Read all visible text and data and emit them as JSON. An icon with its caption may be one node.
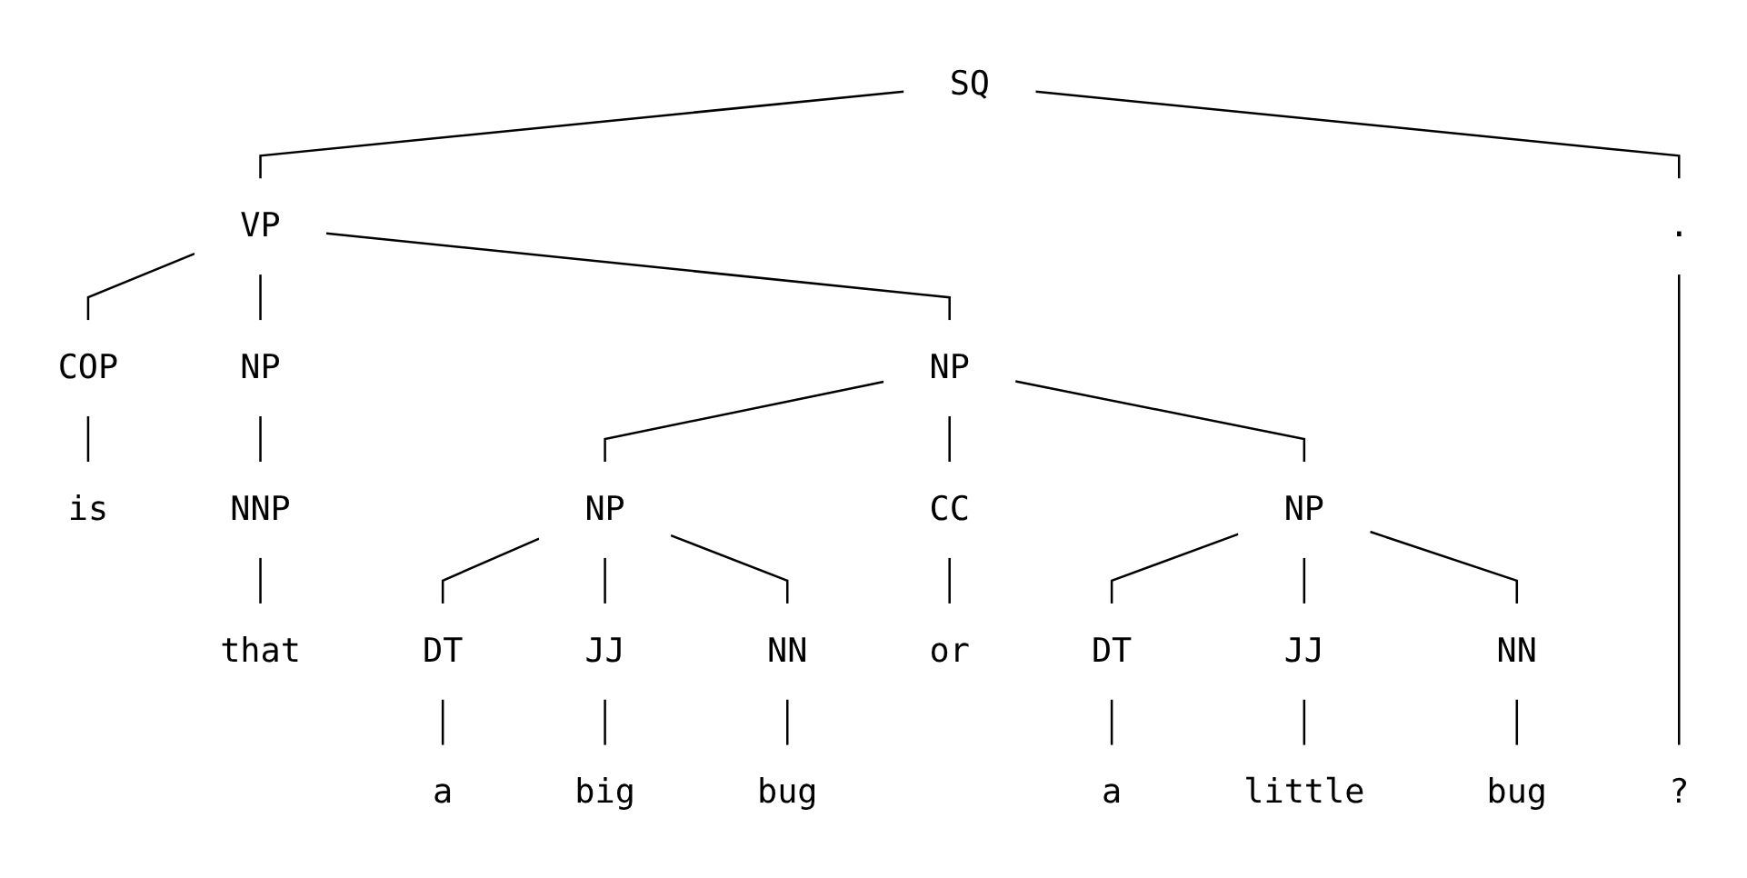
{
  "diagram": {
    "nodes": [
      {
        "text": [
          "SQ"
        ]
      },
      {
        "text": [
          "VP"
        ]
      },
      {
        "text": [
          "COP"
        ]
      },
      {
        "text": [
          "is"
        ]
      },
      {
        "text": [
          "NP"
        ]
      },
      {
        "text": [
          "NNP"
        ]
      },
      {
        "text": [
          "that"
        ]
      },
      {
        "text": [
          "NP"
        ]
      },
      {
        "text": [
          "NP"
        ]
      },
      {
        "text": [
          "DT"
        ]
      },
      {
        "text": [
          "a"
        ]
      },
      {
        "text": [
          "JJ"
        ]
      },
      {
        "text": [
          "big"
        ]
      },
      {
        "text": [
          "NN"
        ]
      },
      {
        "text": [
          "bug"
        ]
      },
      {
        "text": [
          "CC"
        ]
      },
      {
        "text": [
          "or"
        ]
      },
      {
        "text": [
          "NP"
        ]
      },
      {
        "text": [
          "DT"
        ]
      },
      {
        "text": [
          "a"
        ]
      },
      {
        "text": [
          "JJ"
        ]
      },
      {
        "text": [
          "little"
        ]
      },
      {
        "text": [
          "NN"
        ]
      },
      {
        "text": [
          "bug"
        ]
      },
      {
        "text": [
          "."
        ]
      },
      {
        "text": [
          "?"
        ]
      }
    ],
    "edges": [
      {
        "from": 0,
        "to": 1,
        "arrow": "none"
      },
      {
        "from": 1,
        "to": 2,
        "arrow": "none"
      },
      {
        "from": 2,
        "to": 3,
        "arrow": "none"
      },
      {
        "from": 1,
        "to": 4,
        "arrow": "none"
      },
      {
        "from": 4,
        "to": 5,
        "arrow": "none"
      },
      {
        "from": 5,
        "to": 6,
        "arrow": "none"
      },
      {
        "from": 1,
        "to": 7,
        "arrow": "none"
      },
      {
        "from": 7,
        "to": 8,
        "arrow": "none"
      },
      {
        "from": 8,
        "to": 9,
        "arrow": "none"
      },
      {
        "from": 9,
        "to": 10,
        "arrow": "none"
      },
      {
        "from": 8,
        "to": 11,
        "arrow": "none"
      },
      {
        "from": 11,
        "to": 12,
        "arrow": "none"
      },
      {
        "from": 8,
        "to": 13,
        "arrow": "none"
      },
      {
        "from": 13,
        "to": 14,
        "arrow": "none"
      },
      {
        "from": 7,
        "to": 15,
        "arrow": "none"
      },
      {
        "from": 15,
        "to": 16,
        "arrow": "none"
      },
      {
        "from": 7,
        "to": 17,
        "arrow": "none"
      },
      {
        "from": 17,
        "to": 18,
        "arrow": "none"
      },
      {
        "from": 18,
        "to": 19,
        "arrow": "none"
      },
      {
        "from": 17,
        "to": 20,
        "arrow": "none"
      },
      {
        "from": 20,
        "to": 21,
        "arrow": "none"
      },
      {
        "from": 17,
        "to": 22,
        "arrow": "none"
      },
      {
        "from": 22,
        "to": 23,
        "arrow": "none"
      },
      {
        "from": 0,
        "to": 24,
        "arrow": "none"
      },
      {
        "from": 24,
        "to": 25,
        "arrow": "none"
      }
    ]
  }
}
